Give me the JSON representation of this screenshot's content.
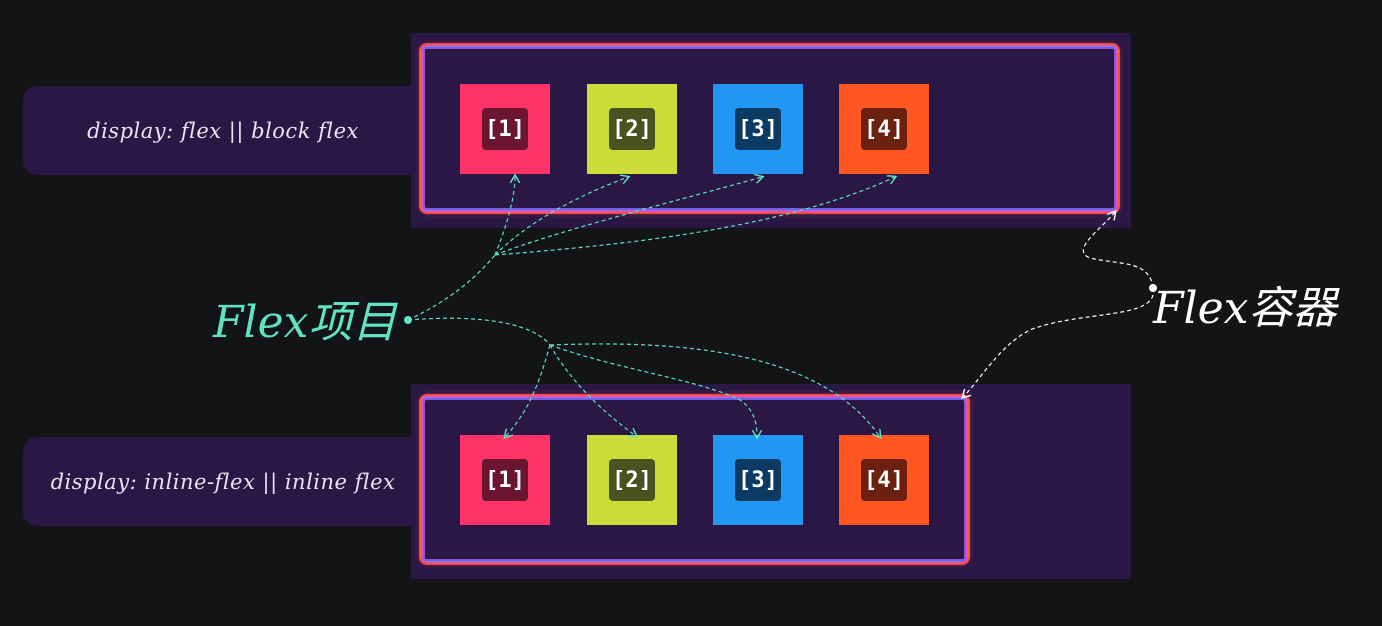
{
  "diagram": {
    "top_row": {
      "label": "display: flex || block  flex",
      "items": [
        {
          "text": "[1]",
          "color": "#ff3366",
          "chip_color": "#6b1530"
        },
        {
          "text": "[2]",
          "color": "#cddc39",
          "chip_color": "#4a5220"
        },
        {
          "text": "[3]",
          "color": "#2196f3",
          "chip_color": "#0c3a62"
        },
        {
          "text": "[4]",
          "color": "#ff5722",
          "chip_color": "#6b2010"
        }
      ]
    },
    "bottom_row": {
      "label": "display: inline-flex || inline  flex",
      "items": [
        {
          "text": "[1]",
          "color": "#ff3366",
          "chip_color": "#6b1530"
        },
        {
          "text": "[2]",
          "color": "#cddc39",
          "chip_color": "#4a5220"
        },
        {
          "text": "[3]",
          "color": "#2196f3",
          "chip_color": "#0c3a62"
        },
        {
          "text": "[4]",
          "color": "#ff5722",
          "chip_color": "#6b2010"
        }
      ]
    },
    "annotations": {
      "items_label": "Flex项目",
      "container_label": "Flex容器"
    },
    "colors": {
      "background": "#131416",
      "panel": "#2a1745",
      "items_annotation": "#5fe3c0",
      "container_annotation": "#ffffff"
    }
  }
}
